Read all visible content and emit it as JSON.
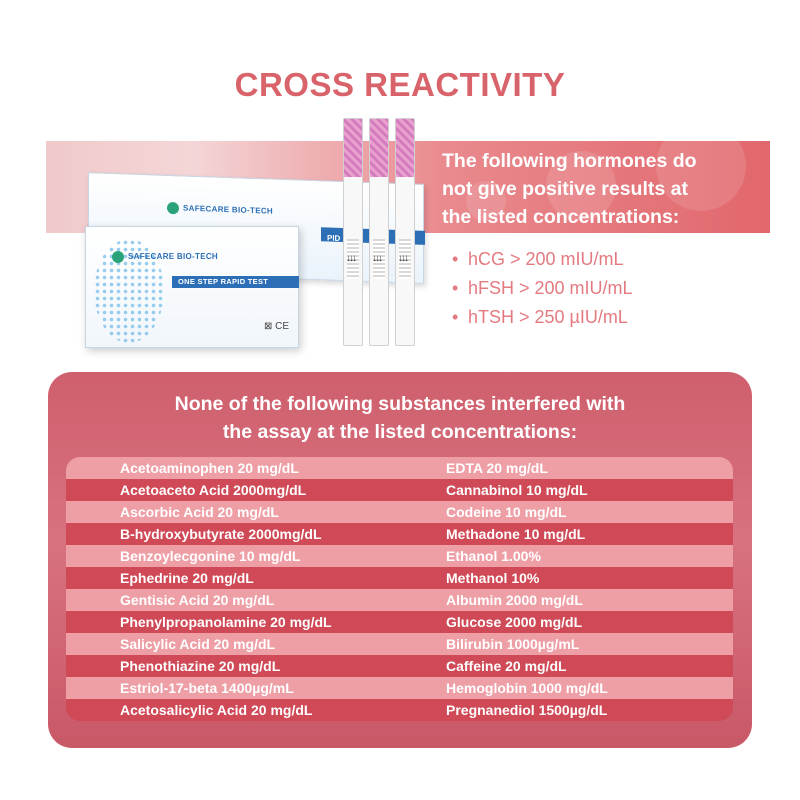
{
  "title": "CROSS REACTIVITY",
  "colors": {
    "title": "#d9636a",
    "accent_pink": "#e1676c",
    "hormone_text": "#e37a80",
    "panel": "#cf5f6d",
    "row_light": "#ee9fa6",
    "row_dark": "#cf4956"
  },
  "hormones": {
    "intro_lines": [
      "The following hormones do",
      "not give positive results at",
      "the listed concentrations:"
    ],
    "items": [
      "hCG > 200 mIU/mL",
      "hFSH > 200 mIU/mL",
      "hTSH > 250 µIU/mL"
    ]
  },
  "product": {
    "brand": "SAFECARE BIO-TECH",
    "stripe_label": "ONE STEP RAPID TEST",
    "back_stripe_label": "PID",
    "marks": "⊠ CE"
  },
  "substances": {
    "heading_lines": [
      "None of the following substances interfered with",
      "the assay at the listed concentrations:"
    ],
    "rows": [
      {
        "left": "Acetoaminophen 20 mg/dL",
        "right": "EDTA 20 mg/dL"
      },
      {
        "left": "Acetoaceto Acid 2000mg/dL",
        "right": "Cannabinol 10 mg/dL"
      },
      {
        "left": "Ascorbic Acid 20 mg/dL",
        "right": "Codeine 10 mg/dL"
      },
      {
        "left": "B-hydroxybutyrate 2000mg/dL",
        "right": "Methadone 10 mg/dL"
      },
      {
        "left": "Benzoylecgonine 10 mg/dL",
        "right": "Ethanol 1.00%"
      },
      {
        "left": "Ephedrine 20 mg/dL",
        "right": "Methanol 10%"
      },
      {
        "left": "Gentisic Acid 20 mg/dL",
        "right": "Albumin 2000 mg/dL"
      },
      {
        "left": "Phenylpropanolamine 20 mg/dL",
        "right": "Glucose 2000 mg/dL"
      },
      {
        "left": "Salicylic Acid 20 mg/dL",
        "right": "Bilirubin 1000µg/mL"
      },
      {
        "left": "Phenothiazine 20 mg/dL",
        "right": "Caffeine 20 mg/dL"
      },
      {
        "left": "Estriol-17-beta 1400µg/mL",
        "right": "Hemoglobin 1000 mg/dL"
      },
      {
        "left": "Acetosalicylic Acid 20 mg/dL",
        "right": "Pregnanediol 1500µg/dL"
      }
    ]
  }
}
